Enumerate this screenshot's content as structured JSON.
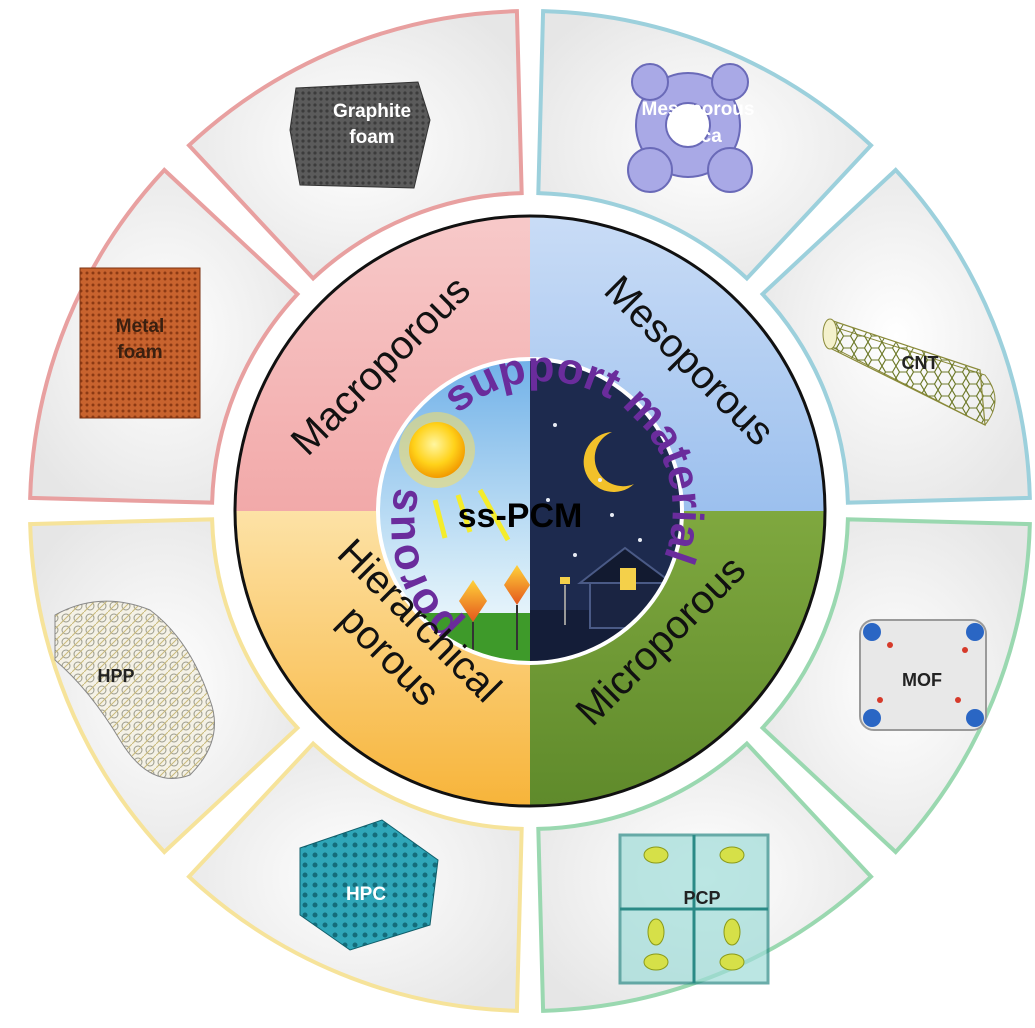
{
  "center": {
    "title": "ss-PCM",
    "arc_left": "porous",
    "arc_right": "support material"
  },
  "quadrants": {
    "top_left": {
      "label": "Macroporous",
      "color": "#f4b6b6",
      "border": "#e8a0a0"
    },
    "top_right": {
      "label": "Mesoporous",
      "color": "#aac8ee",
      "border": "#9cd0dc"
    },
    "bottom_left": {
      "label_line1": "Hierarchical",
      "label_line2": "porous",
      "color": "#fbc560",
      "border": "#f6e39a"
    },
    "bottom_right": {
      "label": "Microporous",
      "color": "#8bb04c",
      "border": "#9ad8b0"
    }
  },
  "segments": {
    "graphite_foam": {
      "line1": "Graphite",
      "line2": "foam"
    },
    "metal_foam": {
      "line1": "Metal",
      "line2": "foam"
    },
    "mesoporous_silica": {
      "line1": "Mesoporous",
      "line2": "silica"
    },
    "cnt": {
      "label": "CNT"
    },
    "hpp": {
      "label": "HPP"
    },
    "hpc": {
      "label": "HPC"
    },
    "pcp": {
      "label": "PCP"
    },
    "mof": {
      "label": "MOF"
    }
  }
}
